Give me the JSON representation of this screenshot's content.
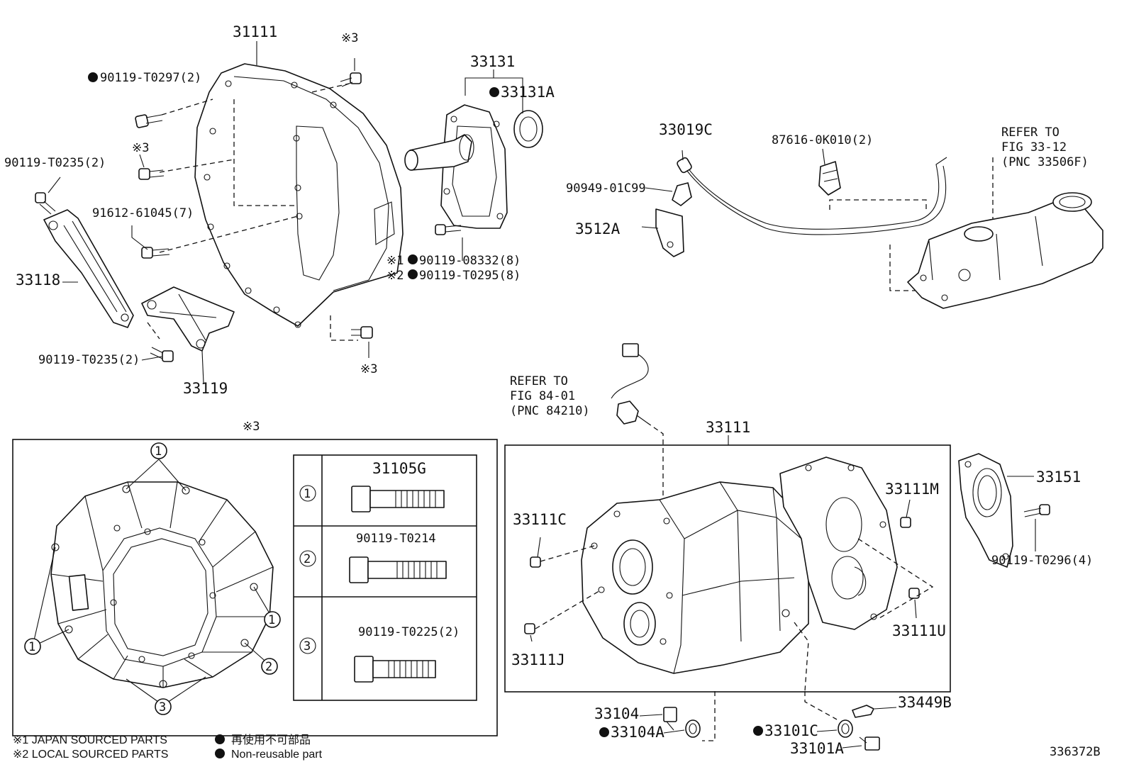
{
  "labels": {
    "p31111_top": "31111",
    "b_t0297": "90119-T0297(2)",
    "ref3_a": "※3",
    "ref3_b": "※3",
    "ref3_c": "※3",
    "ref3_box": "※3",
    "b_t0235_a": "90119-T0235(2)",
    "b_61045": "91612-61045(7)",
    "p33118": "33118",
    "b_t0235_b": "90119-T0235(2)",
    "p33119": "33119",
    "p33131": "33131",
    "p33131A": "33131A",
    "b_08332": "90119-08332(8)",
    "b_t0295": "90119-T0295(8)",
    "x1": "※1",
    "x2": "※2",
    "p33019C": "33019C",
    "p87616": "87616-0K010(2)",
    "p90949": "90949-01C99",
    "p3512A": "3512A",
    "ref_fig_33": [
      "REFER TO",
      "FIG 33-12",
      "(PNC 33506F)"
    ],
    "ref_fig_84": [
      "REFER TO",
      "FIG 84-01",
      "(PNC 84210)"
    ],
    "p33111_main": "33111",
    "p33111C": "33111C",
    "p33111J": "33111J",
    "p33111M": "33111M",
    "p33111U": "33111U",
    "p33151": "33151",
    "b_t0296": "90119-T0296(4)",
    "p33104": "33104",
    "p33104A": "33104A",
    "p33101C": "33101C",
    "p33101A": "33101A",
    "p33449B": "33449B",
    "fig_code": "336372B"
  },
  "bolt_table": [
    {
      "num": "1",
      "part": "31105G"
    },
    {
      "num": "2",
      "part": "90119-T0214"
    },
    {
      "num": "3",
      "part": "90119-T0225(2)"
    }
  ],
  "callouts": [
    "1",
    "1",
    "1",
    "1",
    "2",
    "3"
  ],
  "legend": {
    "x1": "※1 JAPAN SOURCED PARTS",
    "x2": "※2 LOCAL SOURCED PARTS",
    "nonreuse_jp": "再使用不可部品",
    "nonreuse_en": "Non-reusable part"
  }
}
